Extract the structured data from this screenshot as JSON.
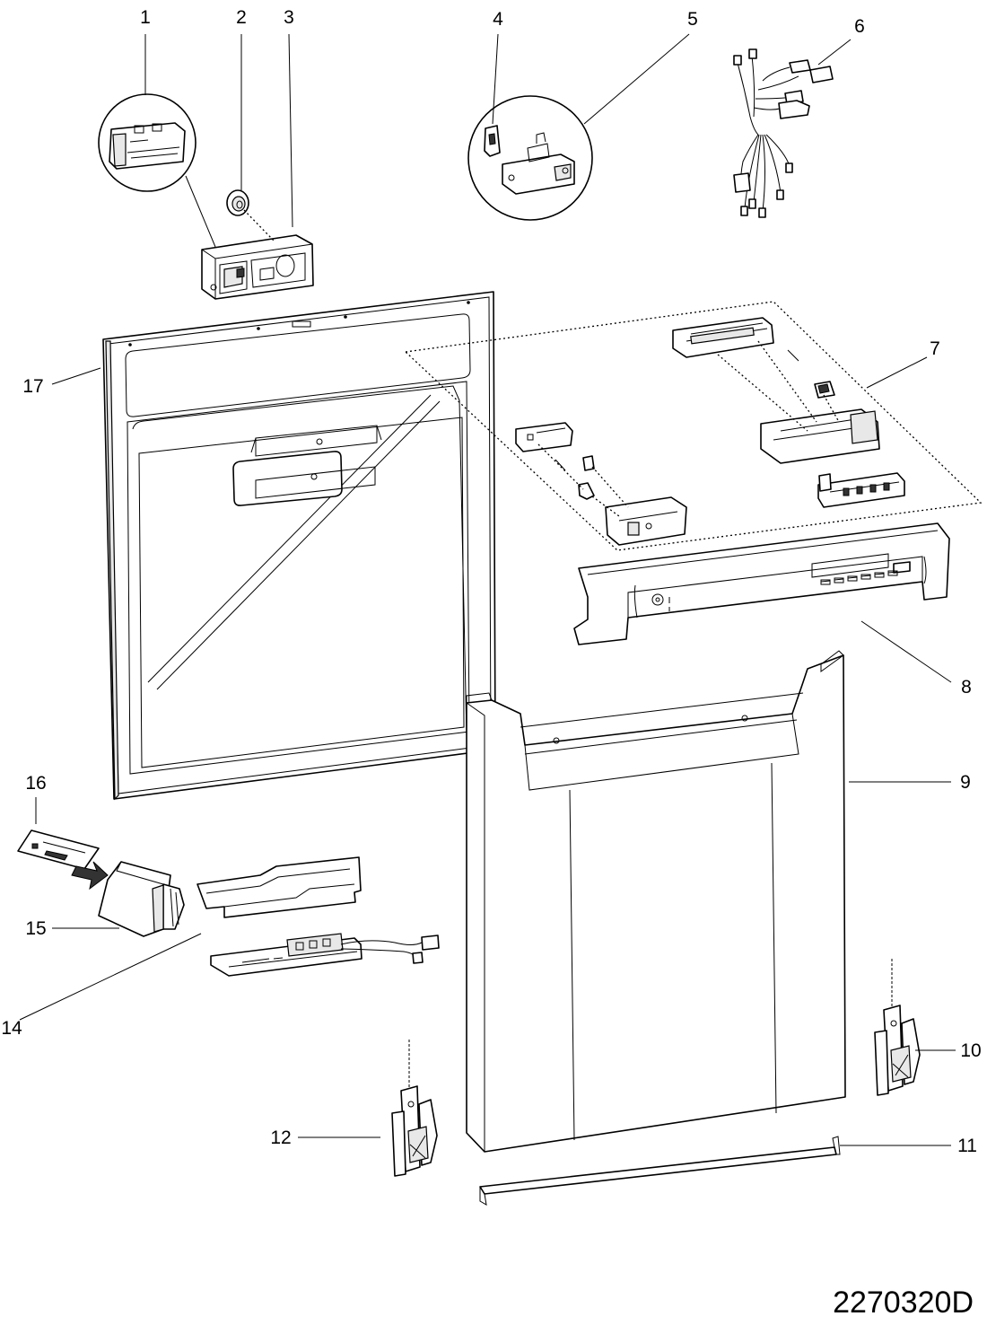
{
  "diagram": {
    "callouts": [
      {
        "id": "1",
        "text": "1"
      },
      {
        "id": "2",
        "text": "2"
      },
      {
        "id": "3",
        "text": "3"
      },
      {
        "id": "4",
        "text": "4"
      },
      {
        "id": "5",
        "text": "5"
      },
      {
        "id": "6",
        "text": "6"
      },
      {
        "id": "7",
        "text": "7"
      },
      {
        "id": "8",
        "text": "8"
      },
      {
        "id": "9",
        "text": "9"
      },
      {
        "id": "10",
        "text": "10"
      },
      {
        "id": "11",
        "text": "11"
      },
      {
        "id": "12",
        "text": "12"
      },
      {
        "id": "14",
        "text": "14"
      },
      {
        "id": "15",
        "text": "15"
      },
      {
        "id": "16",
        "text": "16"
      },
      {
        "id": "17",
        "text": "17"
      }
    ],
    "drawing_code": "2270320D"
  }
}
